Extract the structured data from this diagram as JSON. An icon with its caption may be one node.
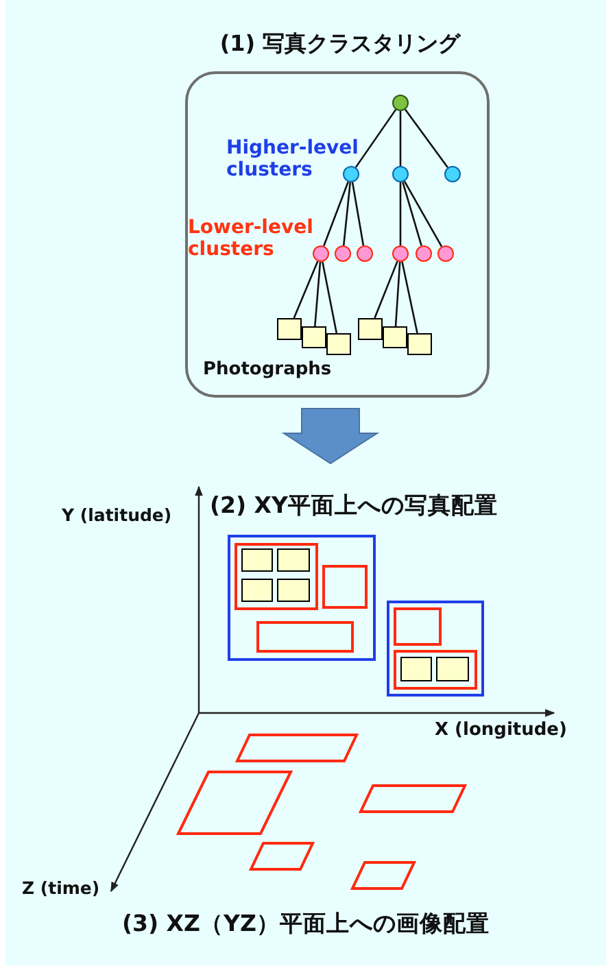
{
  "diagram": {
    "nodes": [
      {
        "text": [
          "(1) 写真クラスタリング"
        ]
      },
      {
        "text": [],
        "shape": "circle",
        "in": 0
      },
      {
        "text": [],
        "shape": "circle",
        "in": 0
      },
      {
        "text": [],
        "shape": "circle",
        "in": 0
      },
      {
        "text": [],
        "shape": "circle",
        "in": 0
      },
      {
        "text": [],
        "shape": "circle",
        "in": 0
      },
      {
        "text": [],
        "shape": "circle",
        "in": 0
      },
      {
        "text": [],
        "shape": "circle",
        "in": 0
      },
      {
        "text": [],
        "shape": "circle",
        "in": 0
      },
      {
        "text": [],
        "shape": "circle",
        "in": 0
      },
      {
        "text": [],
        "shape": "circle",
        "in": 0
      },
      {
        "text": [],
        "shape": "box",
        "in": 0
      },
      {
        "text": [],
        "shape": "box",
        "in": 0
      },
      {
        "text": [],
        "shape": "box",
        "in": 0
      },
      {
        "text": [],
        "shape": "box",
        "in": 0
      },
      {
        "text": [],
        "shape": "box",
        "in": 0
      },
      {
        "text": [],
        "shape": "box",
        "in": 0
      },
      {
        "text": [],
        "shape": "box"
      },
      {
        "text": [],
        "shape": "box",
        "in": 17
      },
      {
        "text": [],
        "shape": "box",
        "in": 18
      },
      {
        "text": [],
        "shape": "box",
        "in": 18
      },
      {
        "text": [],
        "shape": "box",
        "in": 18
      },
      {
        "text": [],
        "shape": "box",
        "in": 18
      },
      {
        "text": [],
        "shape": "box",
        "in": 17
      },
      {
        "text": [],
        "shape": "box",
        "in": 17
      },
      {
        "text": [],
        "shape": "box"
      },
      {
        "text": [],
        "shape": "box",
        "in": 25
      },
      {
        "text": [],
        "shape": "box",
        "in": 25
      },
      {
        "text": [],
        "shape": "box",
        "in": 27
      },
      {
        "text": [],
        "shape": "box",
        "in": 27
      },
      {
        "text": [],
        "shape": "parallelogram"
      },
      {
        "text": [],
        "shape": "parallelogram"
      },
      {
        "text": [],
        "shape": "parallelogram"
      },
      {
        "text": [],
        "shape": "parallelogram"
      },
      {
        "text": [],
        "shape": "parallelogram"
      }
    ],
    "edges": [
      {
        "from": 1,
        "to": 2,
        "arrow": "none"
      },
      {
        "from": 1,
        "to": 3,
        "arrow": "none"
      },
      {
        "from": 1,
        "to": 4,
        "arrow": "none"
      },
      {
        "from": 2,
        "to": 5,
        "arrow": "none"
      },
      {
        "from": 2,
        "to": 6,
        "arrow": "none"
      },
      {
        "from": 2,
        "to": 7,
        "arrow": "none"
      },
      {
        "from": 3,
        "to": 8,
        "arrow": "none"
      },
      {
        "from": 3,
        "to": 9,
        "arrow": "none"
      },
      {
        "from": 3,
        "to": 10,
        "arrow": "none"
      },
      {
        "from": 5,
        "to": 11,
        "arrow": "none"
      },
      {
        "from": 5,
        "to": 12,
        "arrow": "none"
      },
      {
        "from": 5,
        "to": 13,
        "arrow": "none"
      },
      {
        "from": 8,
        "to": 14,
        "arrow": "none"
      },
      {
        "from": 8,
        "to": 15,
        "arrow": "none"
      },
      {
        "from": 8,
        "to": 16,
        "arrow": "none"
      },
      {
        "from": 0,
        "to": null,
        "arrow": "to",
        "style": "thick",
        "color": "#5b8fc9"
      }
    ],
    "labels": [
      "Higher-level clusters",
      "Lower-level clusters",
      "Photographs",
      "Y (latitude)",
      "(2) XY平面上への写真配置",
      "X (longitude)",
      "Z (time)",
      "(3) XZ（YZ）平面上への画像配置"
    ]
  }
}
